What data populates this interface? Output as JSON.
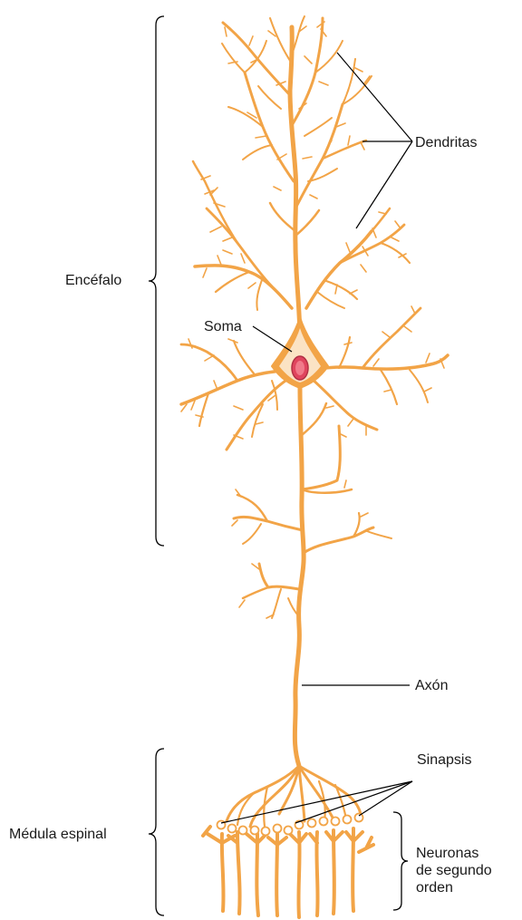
{
  "labels": {
    "brain": "Encéfalo",
    "dendrites": "Dendritas",
    "soma": "Soma",
    "axon": "Axón",
    "synapses": "Sinapsis",
    "spinal_cord": "Médula espinal",
    "second_order": [
      "Neuronas",
      "de segundo",
      "orden"
    ]
  },
  "colors": {
    "neuron": "#f2a447",
    "neuron_light": "#fbe3c4",
    "nucleus": "#e0455e",
    "line": "#000000"
  }
}
